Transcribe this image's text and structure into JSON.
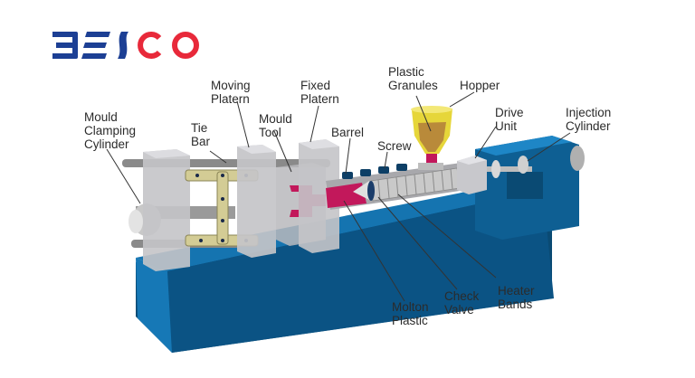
{
  "brand": {
    "logo_text": "BESCO",
    "logo_primary_color": "#1c3f94",
    "logo_accent_color": "#e8293a"
  },
  "diagram": {
    "title": "Injection Moulding Machine",
    "colors": {
      "base": "#0e5f93",
      "base_dark": "#0a4a73",
      "platen": "#c9c9cc",
      "toggle": "#d6d09a",
      "mould_cavity": "#c2185b",
      "hopper": "#e8d43a",
      "screw": "#b8b8b8",
      "leader": "#333333"
    },
    "labels": {
      "mould_clamping_cylinder": "Mould\nClamping\nCylinder",
      "tie_bar": "Tie\nBar",
      "moving_platern": "Moving\nPlatern",
      "mould_tool": "Mould\nTool",
      "fixed_platern": "Fixed\nPlatern",
      "barrel": "Barrel",
      "screw": "Screw",
      "plastic_granules": "Plastic\nGranules",
      "hopper": "Hopper",
      "drive_unit": "Drive\nUnit",
      "injection_cylinder": "Injection\nCylinder",
      "molton_plastic": "Molton\nPlastic",
      "check_valve": "Check\nValve",
      "heater_bands": "Heater\nBands"
    }
  }
}
